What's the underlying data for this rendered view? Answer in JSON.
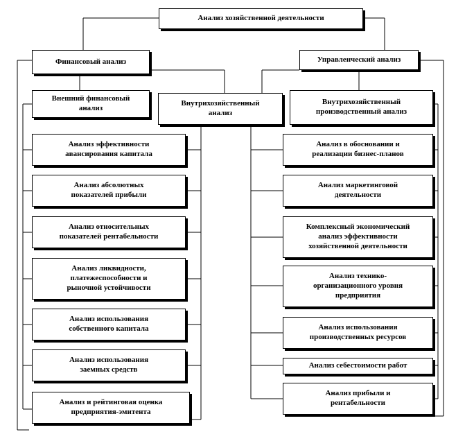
{
  "diagram": {
    "root": "Анализ хозяйственной деятельности",
    "financial": "Финансовый анализ",
    "managerial": "Управленческий анализ",
    "external": "Внешний финансовый\nанализ",
    "internal": "Внутрихозяйственный\nанализ",
    "production": "Внутрихозяйственный\nпроизводственный анализ",
    "left_items": [
      "Анализ эффективности\nавансирования капитала",
      "Анализ абсолютных\nпоказателей прибыли",
      "Анализ относительных\nпоказателей рентабельности",
      "Анализ ликвидности,\nплатежеспособности и\nрыночной устойчивости",
      "Анализ использования\nсобственного капитала",
      "Анализ использования\nзаемных средств",
      "Анализ и рейтинговая оценка\nпредприятия-эмитента"
    ],
    "right_items": [
      "Анализ в обосновании и\nреализации бизнес-планов",
      "Анализ маркетинговой\nдеятельности",
      "Комплексный экономический\nанализ эффективности\nхозяйственной деятельности",
      "Анализ технико-\nорганизационного уровня\nпредприятия",
      "Анализ использования\nпроизводственных ресурсов",
      "Анализ себестоимости работ",
      "Анализ прибыли и\nрентабельности"
    ]
  }
}
